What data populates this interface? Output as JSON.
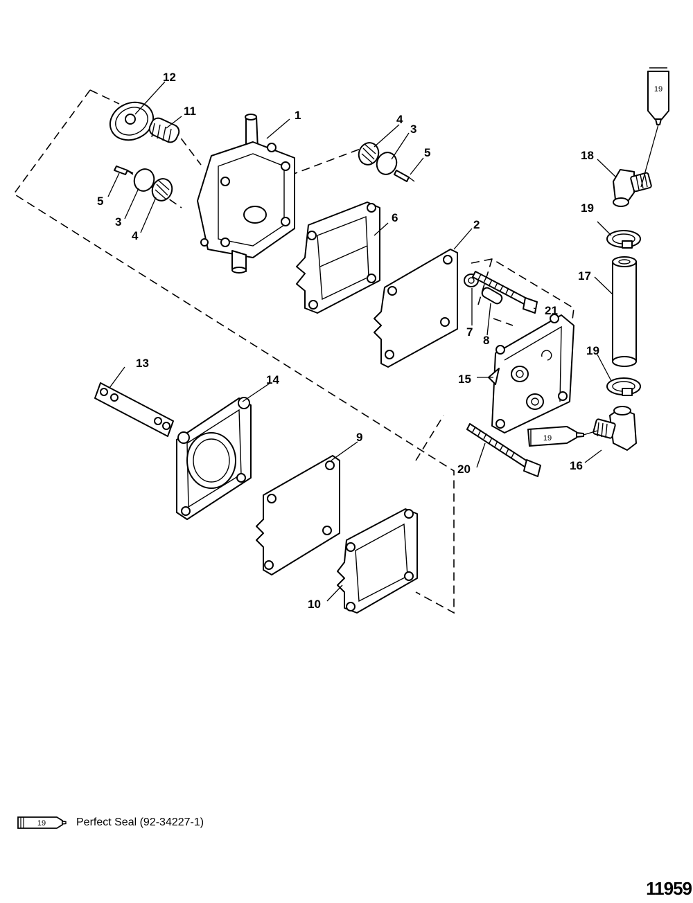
{
  "callouts": [
    {
      "id": "c12a",
      "label": "12"
    },
    {
      "id": "c11",
      "label": "11"
    },
    {
      "id": "c1",
      "label": "1"
    },
    {
      "id": "c4a",
      "label": "4"
    },
    {
      "id": "c3a",
      "label": "3"
    },
    {
      "id": "c5a",
      "label": "5"
    },
    {
      "id": "c5b",
      "label": "5"
    },
    {
      "id": "c3b",
      "label": "3"
    },
    {
      "id": "c4b",
      "label": "4"
    },
    {
      "id": "c6",
      "label": "6"
    },
    {
      "id": "c2",
      "label": "2"
    },
    {
      "id": "c18",
      "label": "18"
    },
    {
      "id": "c19a",
      "label": "19"
    },
    {
      "id": "c17",
      "label": "17"
    },
    {
      "id": "c21",
      "label": "21"
    },
    {
      "id": "c7",
      "label": "7"
    },
    {
      "id": "c8",
      "label": "8"
    },
    {
      "id": "c15",
      "label": "15"
    },
    {
      "id": "c19b",
      "label": "19"
    },
    {
      "id": "c13",
      "label": "13"
    },
    {
      "id": "c14",
      "label": "14"
    },
    {
      "id": "c9",
      "label": "9"
    },
    {
      "id": "c20",
      "label": "20"
    },
    {
      "id": "c16",
      "label": "16"
    },
    {
      "id": "c10",
      "label": "10"
    }
  ],
  "tube_labels": {
    "top": "19",
    "middle": "19",
    "legend": "19"
  },
  "legend": {
    "label": "Perfect Seal (92-34227-1)"
  },
  "figure_number": "11959"
}
